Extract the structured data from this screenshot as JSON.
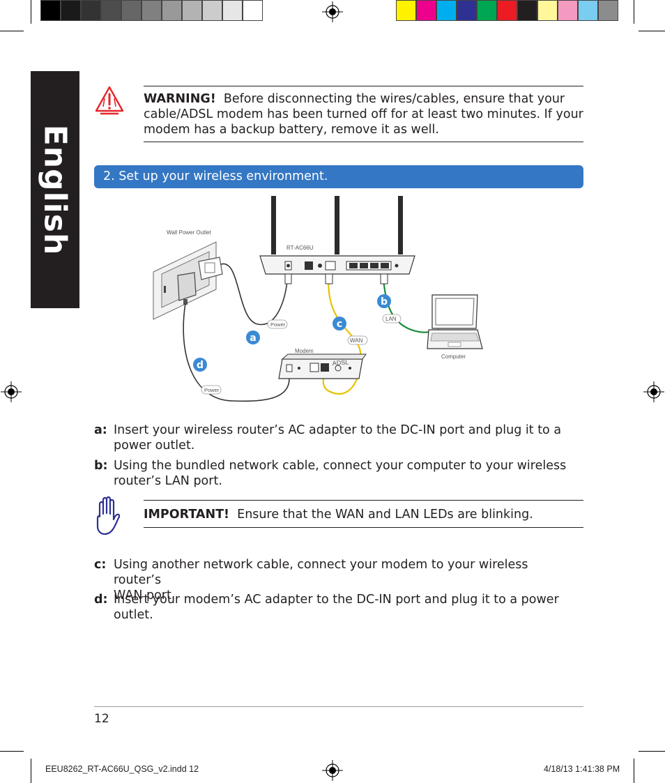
{
  "side_tab": {
    "label": "English"
  },
  "warning": {
    "heading": "WARNING!",
    "line1": "Before disconnecting the wires/cables, ensure that your",
    "line2": "cable/ADSL modem has been turned off for at least two minutes. If your",
    "line3": "modem has a backup battery, remove it as well."
  },
  "section": {
    "title": "2.  Set up your wireless environment."
  },
  "diagram": {
    "wall_outlet": "Wall Power Outlet",
    "router_model": "RT-AC66U",
    "power_label_a": "Power",
    "power_label_d": "Power",
    "wan_label": "WAN",
    "lan_label": "LAN",
    "modem_label": "Modem",
    "modem_brand": "ADSL",
    "computer_label": "Computer",
    "badge_a": "a",
    "badge_b": "b",
    "badge_c": "c",
    "badge_d": "d"
  },
  "steps": [
    {
      "letter": "a:",
      "line1": "Insert your wireless router’s AC adapter to the DC-IN port and plug it to a",
      "line2": "power outlet."
    },
    {
      "letter": "b:",
      "line1": "Using the bundled network cable, connect your computer to your wireless",
      "line2": "router’s LAN port."
    },
    {
      "letter": "c:",
      "line1": "Using another network cable, connect your modem to your wireless router’s",
      "line2": "WAN port."
    },
    {
      "letter": "d:",
      "line1": "Insert your modem’s AC adapter to the DC-IN port and plug it to a power",
      "line2": "outlet."
    }
  ],
  "important": {
    "heading": "IMPORTANT!",
    "text": "Ensure that the WAN and LAN LEDs are blinking."
  },
  "page_number": "12",
  "slug": {
    "file": "EEU8262_RT-AC66U_QSG_v2.indd   12",
    "date": "4/18/13   1:41:38 PM"
  },
  "colors": {
    "grays": [
      "#000000",
      "#1a1a1a",
      "#333333",
      "#4d4d4d",
      "#666666",
      "#808080",
      "#999999",
      "#b3b3b3",
      "#cccccc",
      "#e6e6e6",
      "#ffffff"
    ],
    "process": [
      "#fff200",
      "#ec008c",
      "#00aeef",
      "#2e3192",
      "#00a651",
      "#ed1c24",
      "#231f20",
      "#fff799",
      "#f49ac1",
      "#7accf0",
      "#8c8c8c"
    ],
    "section_bar": "#3477c4",
    "warning_icon": "#e5252a",
    "important_icon": "#2e3192",
    "wan_cable": "#e8c200",
    "lan_cable": "#1a8a3a",
    "badge": "#3a8ad4"
  }
}
